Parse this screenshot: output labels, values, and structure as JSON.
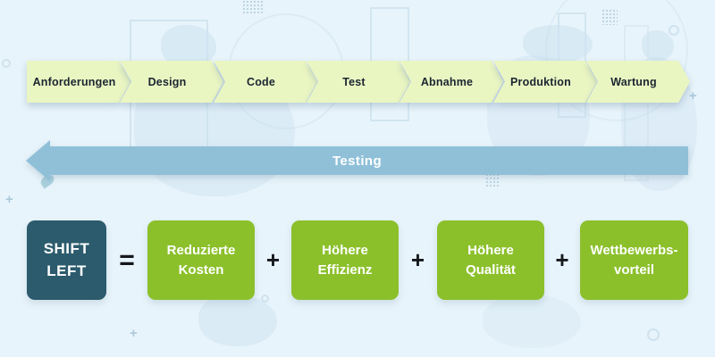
{
  "pipeline": {
    "stages": [
      "Anforderungen",
      "Design",
      "Code",
      "Test",
      "Abnahme",
      "Produktion",
      "Wartung"
    ]
  },
  "testing_arrow": {
    "label": "Testing",
    "direction": "left"
  },
  "equation": {
    "lhs": {
      "line1": "SHIFT",
      "line2": "LEFT"
    },
    "equals": "=",
    "plus": "+",
    "benefits": [
      {
        "line1": "Reduzierte",
        "line2": "Kosten"
      },
      {
        "line1": "Höhere",
        "line2": "Effizienz"
      },
      {
        "line1": "Höhere",
        "line2": "Qualität"
      },
      {
        "line1": "Wettbewerbs-",
        "line2": "vorteil"
      }
    ]
  },
  "colors": {
    "background": "#e8f4fb",
    "stage_fill": "#eaf6c2",
    "stage_text": "#1b2530",
    "arrow_fill": "#8fc0d8",
    "lhs_fill": "#2b5b6c",
    "benefit_fill": "#8bc02b",
    "operator_color": "#14181c",
    "box_text": "#ffffff"
  }
}
